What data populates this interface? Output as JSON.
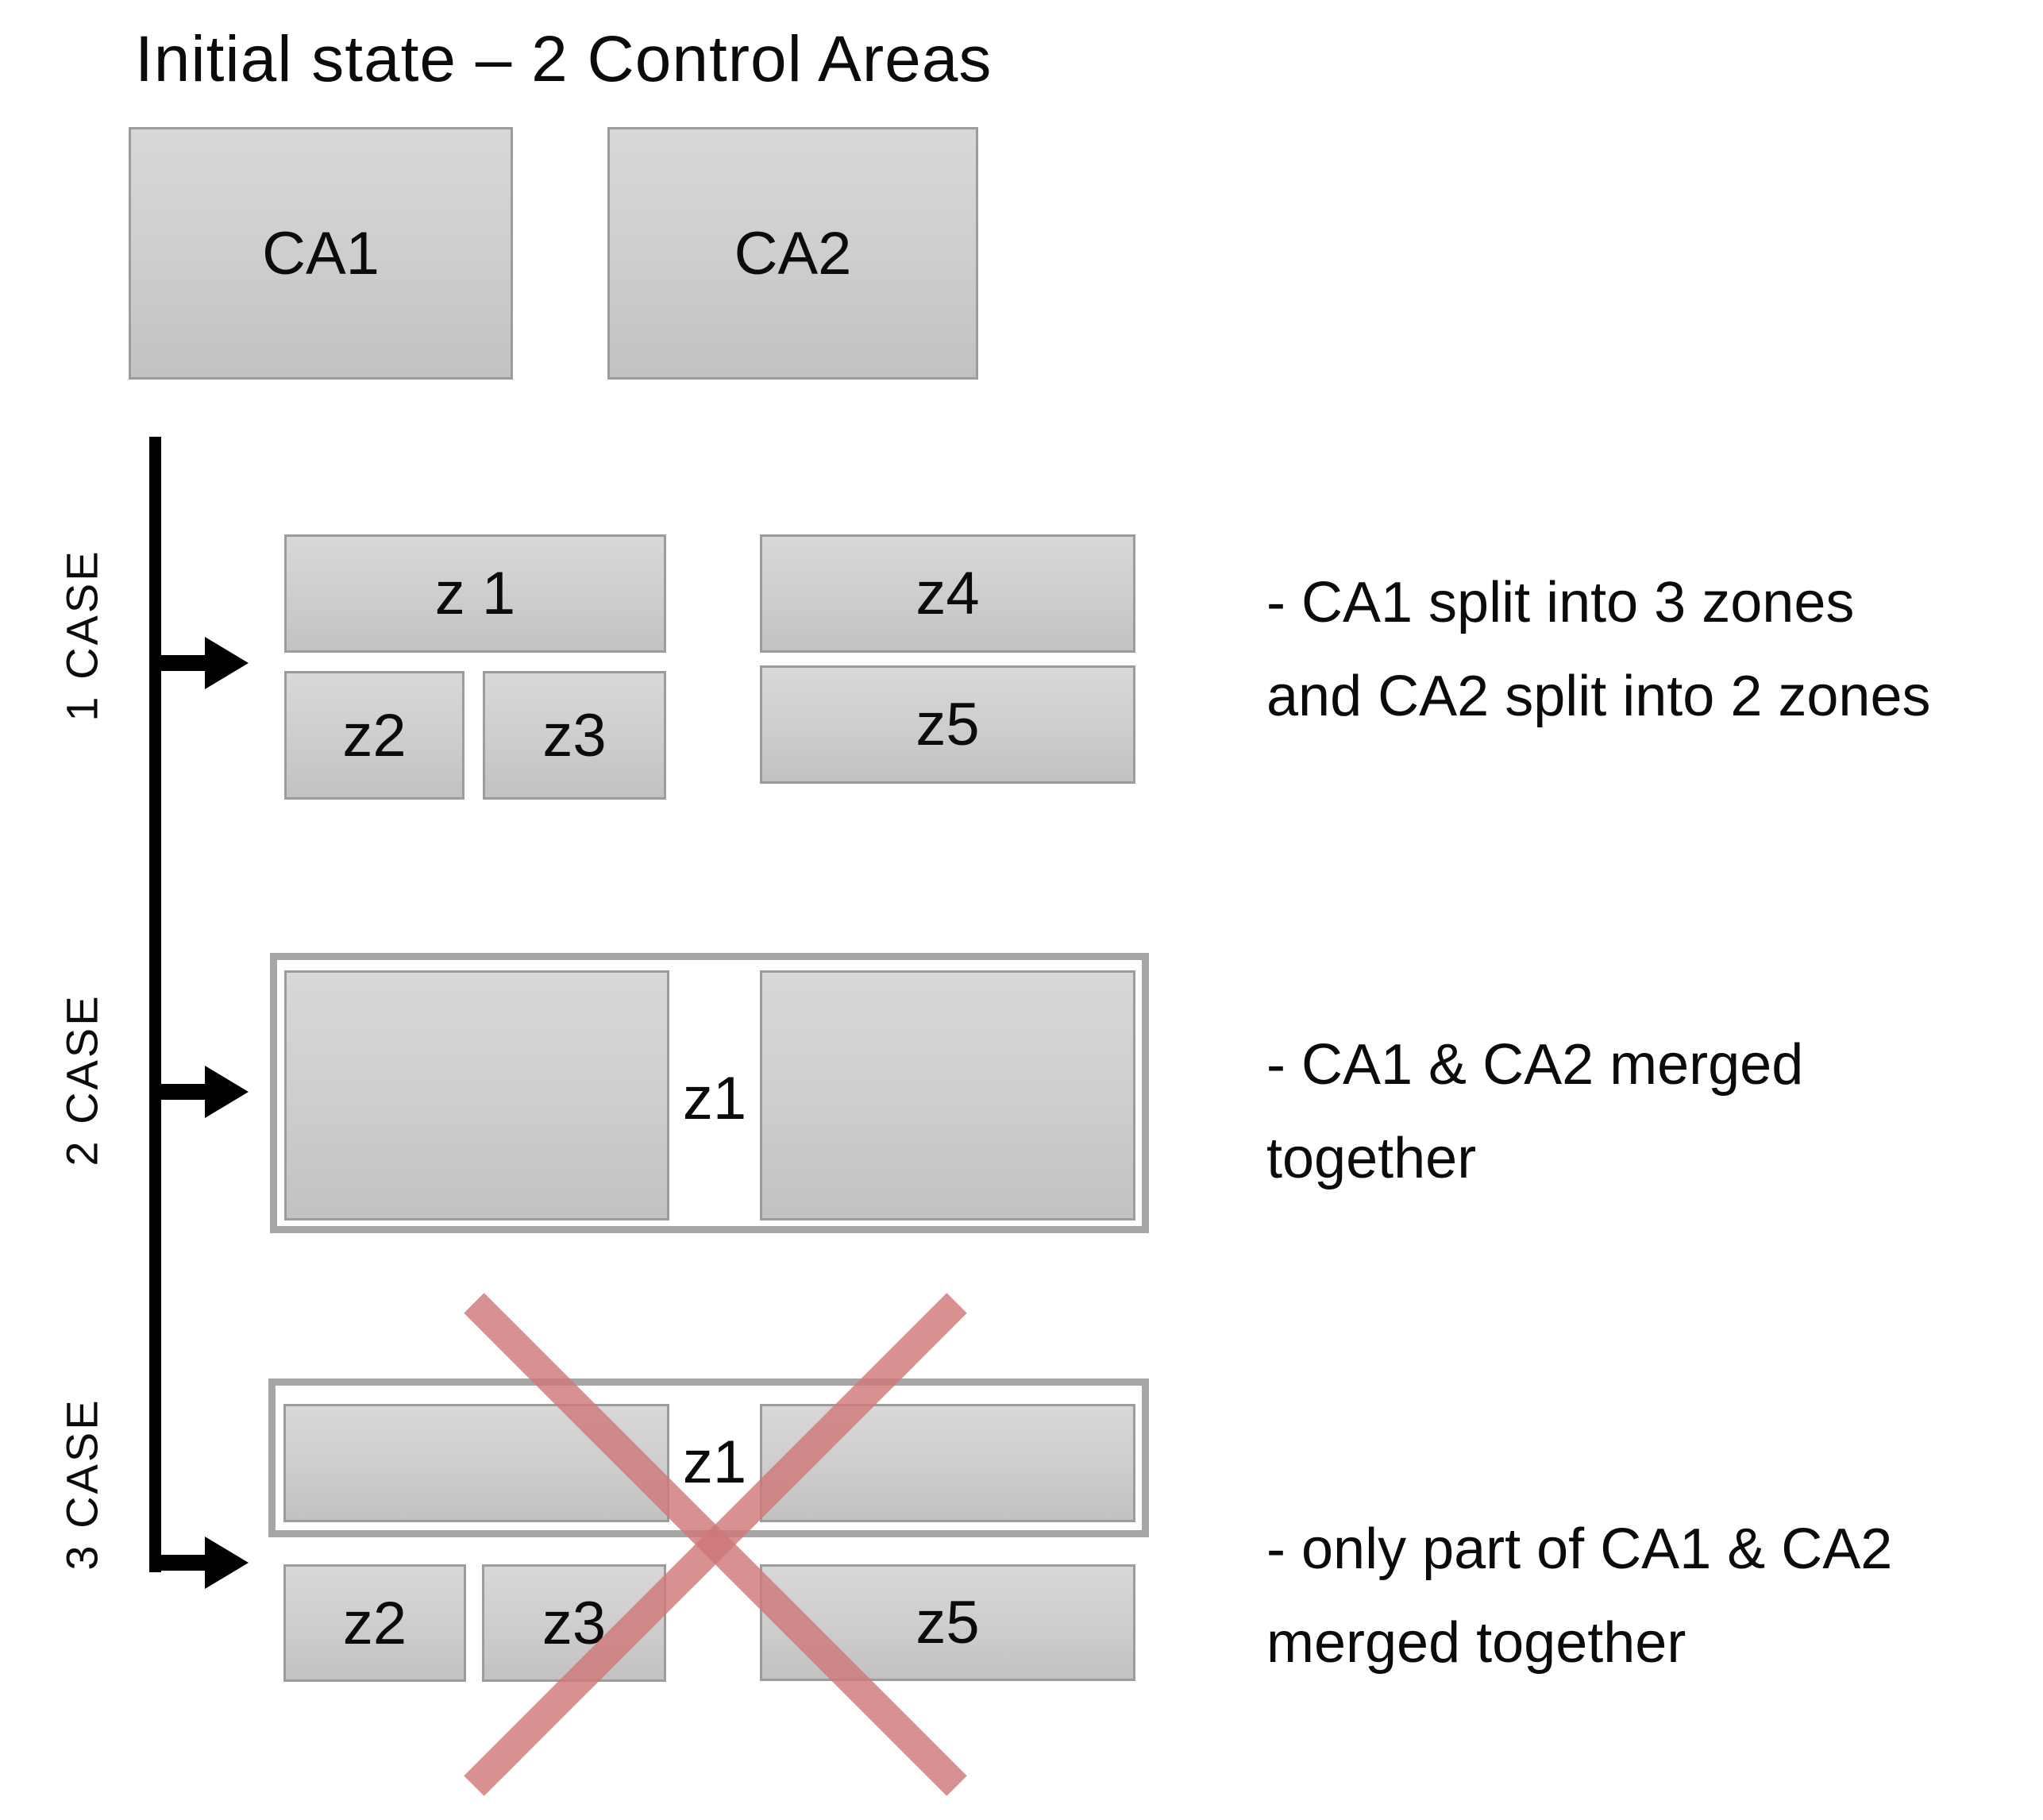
{
  "title": "Initial state – 2 Control Areas",
  "colors": {
    "box_fill": "#cdcdcd",
    "box_border": "#9c9c9c",
    "merge_border": "#a6a6a6",
    "timeline": "#000000",
    "cross_red": "#d07878"
  },
  "initial_state": {
    "areas": [
      {
        "label": "CA1"
      },
      {
        "label": "CA2"
      }
    ]
  },
  "cases": [
    {
      "label": "1 CASE",
      "zones": {
        "z1": "z 1",
        "z2": "z2",
        "z3": "z3",
        "z4": "z4",
        "z5": "z5"
      },
      "annotation": {
        "line1": "- CA1 split into 3 zones",
        "line2": "and CA2 split into 2 zones"
      }
    },
    {
      "label": "2 CASE",
      "zones": {
        "z1": "z1"
      },
      "annotation": {
        "line1": "- CA1 & CA2 merged",
        "line2": "together"
      }
    },
    {
      "label": "3 CASE",
      "zones": {
        "z1": "z1",
        "z2": "z2",
        "z3": "z3",
        "z5": "z5"
      },
      "annotation": {
        "line1": "- only part of CA1 & CA2",
        "line2": "merged together"
      }
    }
  ]
}
